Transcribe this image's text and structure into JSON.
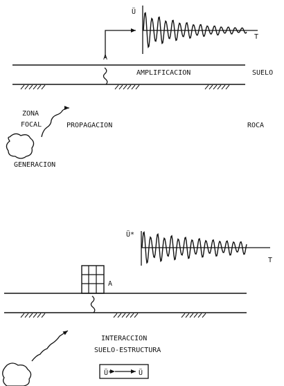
{
  "top": {
    "accel_label": "Ü",
    "time_label": "T",
    "point_label": "A",
    "amplification": "AMPLIFICACION",
    "soil": "SUELO",
    "focal_zone_line1": "ZONA",
    "focal_zone_line2": "FOCAL",
    "propagation": "PROPAGACION",
    "rock": "ROCA",
    "generation": "GENERACION"
  },
  "bottom": {
    "accel_label": "Ü*",
    "time_label": "T",
    "point_label": "A",
    "interaction_line1": "INTERACCION",
    "interaction_line2": "SUELO-ESTRUCTURA",
    "box_left": "Ü*",
    "box_right": "Ü"
  }
}
